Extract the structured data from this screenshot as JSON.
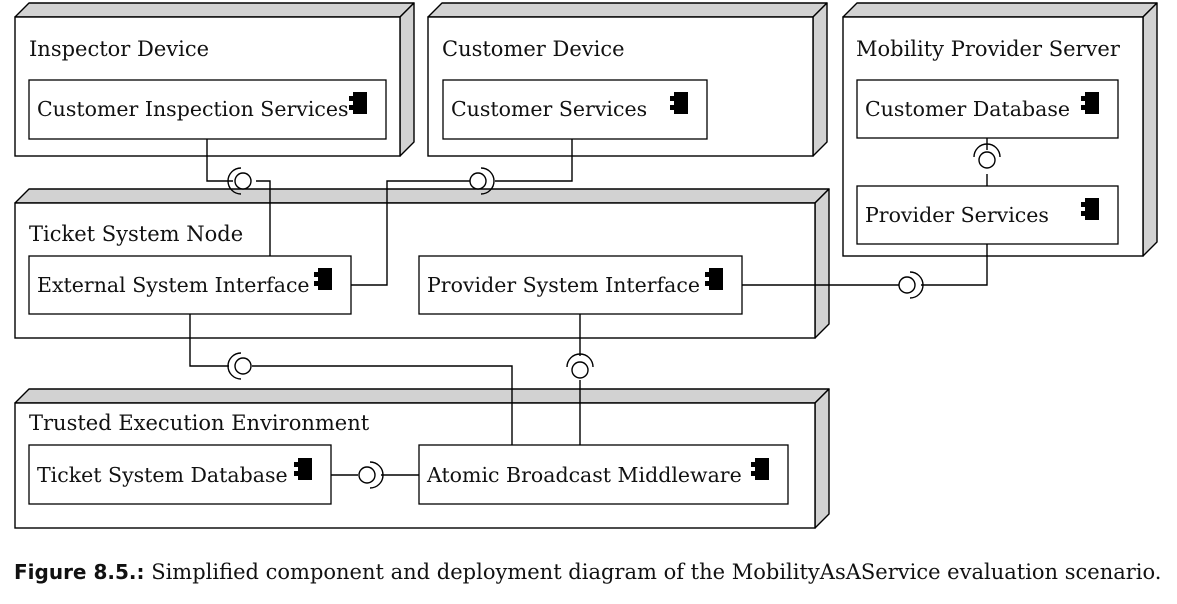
{
  "nodes": {
    "inspector_device": {
      "title": "Inspector Device",
      "components": {
        "customer_inspection_services": "Customer Inspection Services"
      }
    },
    "customer_device": {
      "title": "Customer Device",
      "components": {
        "customer_services": "Customer Services"
      }
    },
    "mobility_provider_server": {
      "title": "Mobility Provider Server",
      "components": {
        "customer_database": "Customer Database",
        "provider_services": "Provider Services"
      }
    },
    "ticket_system_node": {
      "title": "Ticket System Node",
      "components": {
        "external_system_interface": "External System Interface",
        "provider_system_interface": "Provider System Interface"
      }
    },
    "trusted_execution_environment": {
      "title": "Trusted Execution Environment",
      "components": {
        "ticket_system_database": "Ticket System Database",
        "atomic_broadcast_middleware": "Atomic Broadcast Middleware"
      }
    }
  },
  "caption": {
    "label": "Figure 8.5.:",
    "text": "Simplified component and deployment diagram of the MobilityAsAService evaluation scenario."
  }
}
